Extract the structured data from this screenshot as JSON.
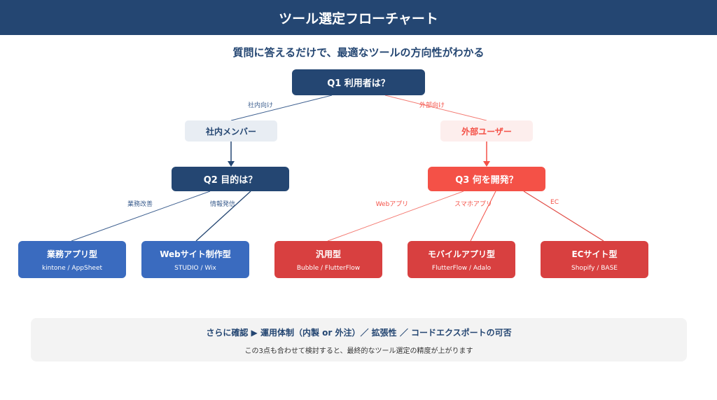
{
  "header": {
    "title": "ツール選定フローチャート"
  },
  "subtitle": "質問に答えるだけで、最適なツールの方向性がわかる",
  "q1": {
    "label": "Q1  利用者は？"
  },
  "edges": {
    "internal": "社内向け",
    "external": "外部向け",
    "improve": "業務改善",
    "publish": "情報発信",
    "webapp": "Webアプリ",
    "mobile": "スマホアプリ",
    "ec": "EC"
  },
  "categories": {
    "internal": "社内メンバー",
    "external": "外部ユーザー"
  },
  "q2": {
    "label": "Q2  目的は？"
  },
  "q3": {
    "label": "Q3  何を開発？"
  },
  "results": [
    {
      "title": "業務アプリ型",
      "tools": "kintone / AppSheet"
    },
    {
      "title": "Webサイト制作型",
      "tools": "STUDIO / Wix"
    },
    {
      "title": "汎用型",
      "tools": "Bubble / FlutterFlow"
    },
    {
      "title": "モバイルアプリ型",
      "tools": "FlutterFlow / Adalo"
    },
    {
      "title": "ECサイト型",
      "tools": "Shopify / BASE"
    }
  ],
  "note": {
    "headline": "さらに確認 ▶ 運用体制（内製 or 外注）／ 拡張性 ／ コードエクスポートの可否",
    "body": "この3点も合わせて検討すると、最終的なツール選定の精度が上がります"
  },
  "colors": {
    "navy": "#244672",
    "coral": "#f45147",
    "blue": "#3a6bbf",
    "red": "#d84040"
  }
}
